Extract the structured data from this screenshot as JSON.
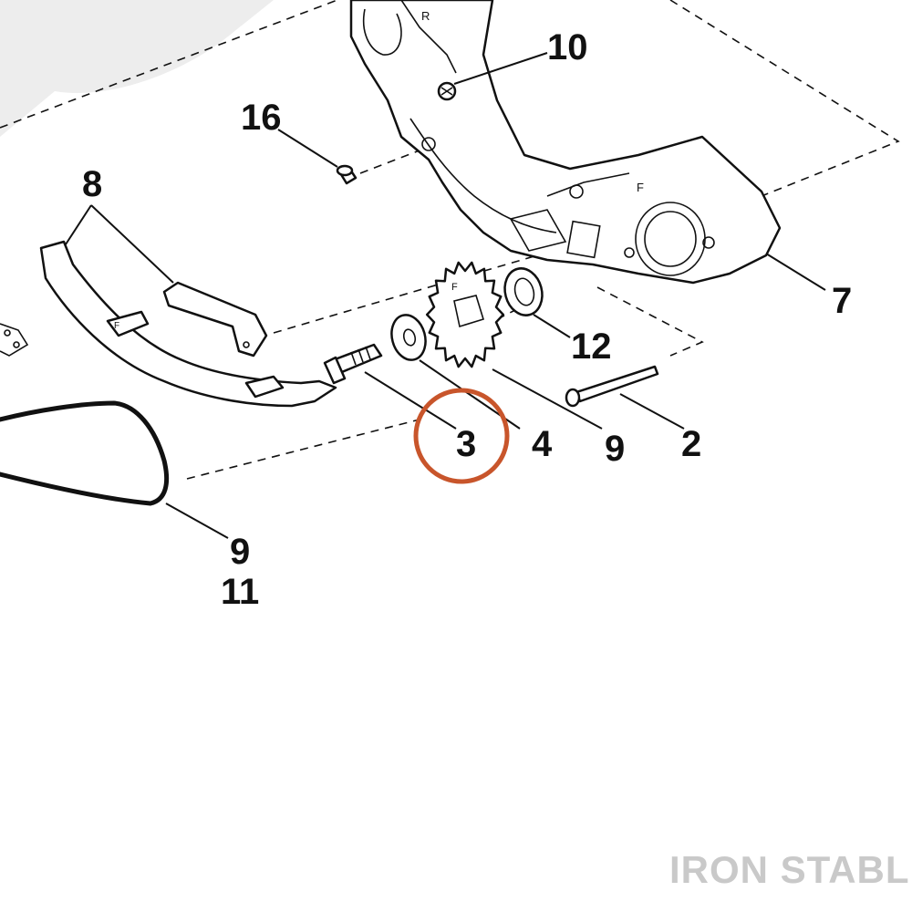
{
  "callouts": [
    {
      "id": "c10",
      "label": "10"
    },
    {
      "id": "c16",
      "label": "16"
    },
    {
      "id": "c8",
      "label": "8"
    },
    {
      "id": "c7",
      "label": "7"
    },
    {
      "id": "c12",
      "label": "12"
    },
    {
      "id": "c3",
      "label": "3"
    },
    {
      "id": "c4",
      "label": "4"
    },
    {
      "id": "c9a",
      "label": "9"
    },
    {
      "id": "c2",
      "label": "2"
    },
    {
      "id": "c9b",
      "label": "9"
    },
    {
      "id": "c11",
      "label": "11"
    }
  ],
  "highlight": {
    "target": "3",
    "color": "#c8552b"
  },
  "watermark": {
    "text": "IRON STABLE",
    "color": "#c9c9c9"
  },
  "part_marks": {
    "arm_mark": "R",
    "housing_mark": "F",
    "sprocket_mark": "F",
    "guide_mark": "F"
  }
}
